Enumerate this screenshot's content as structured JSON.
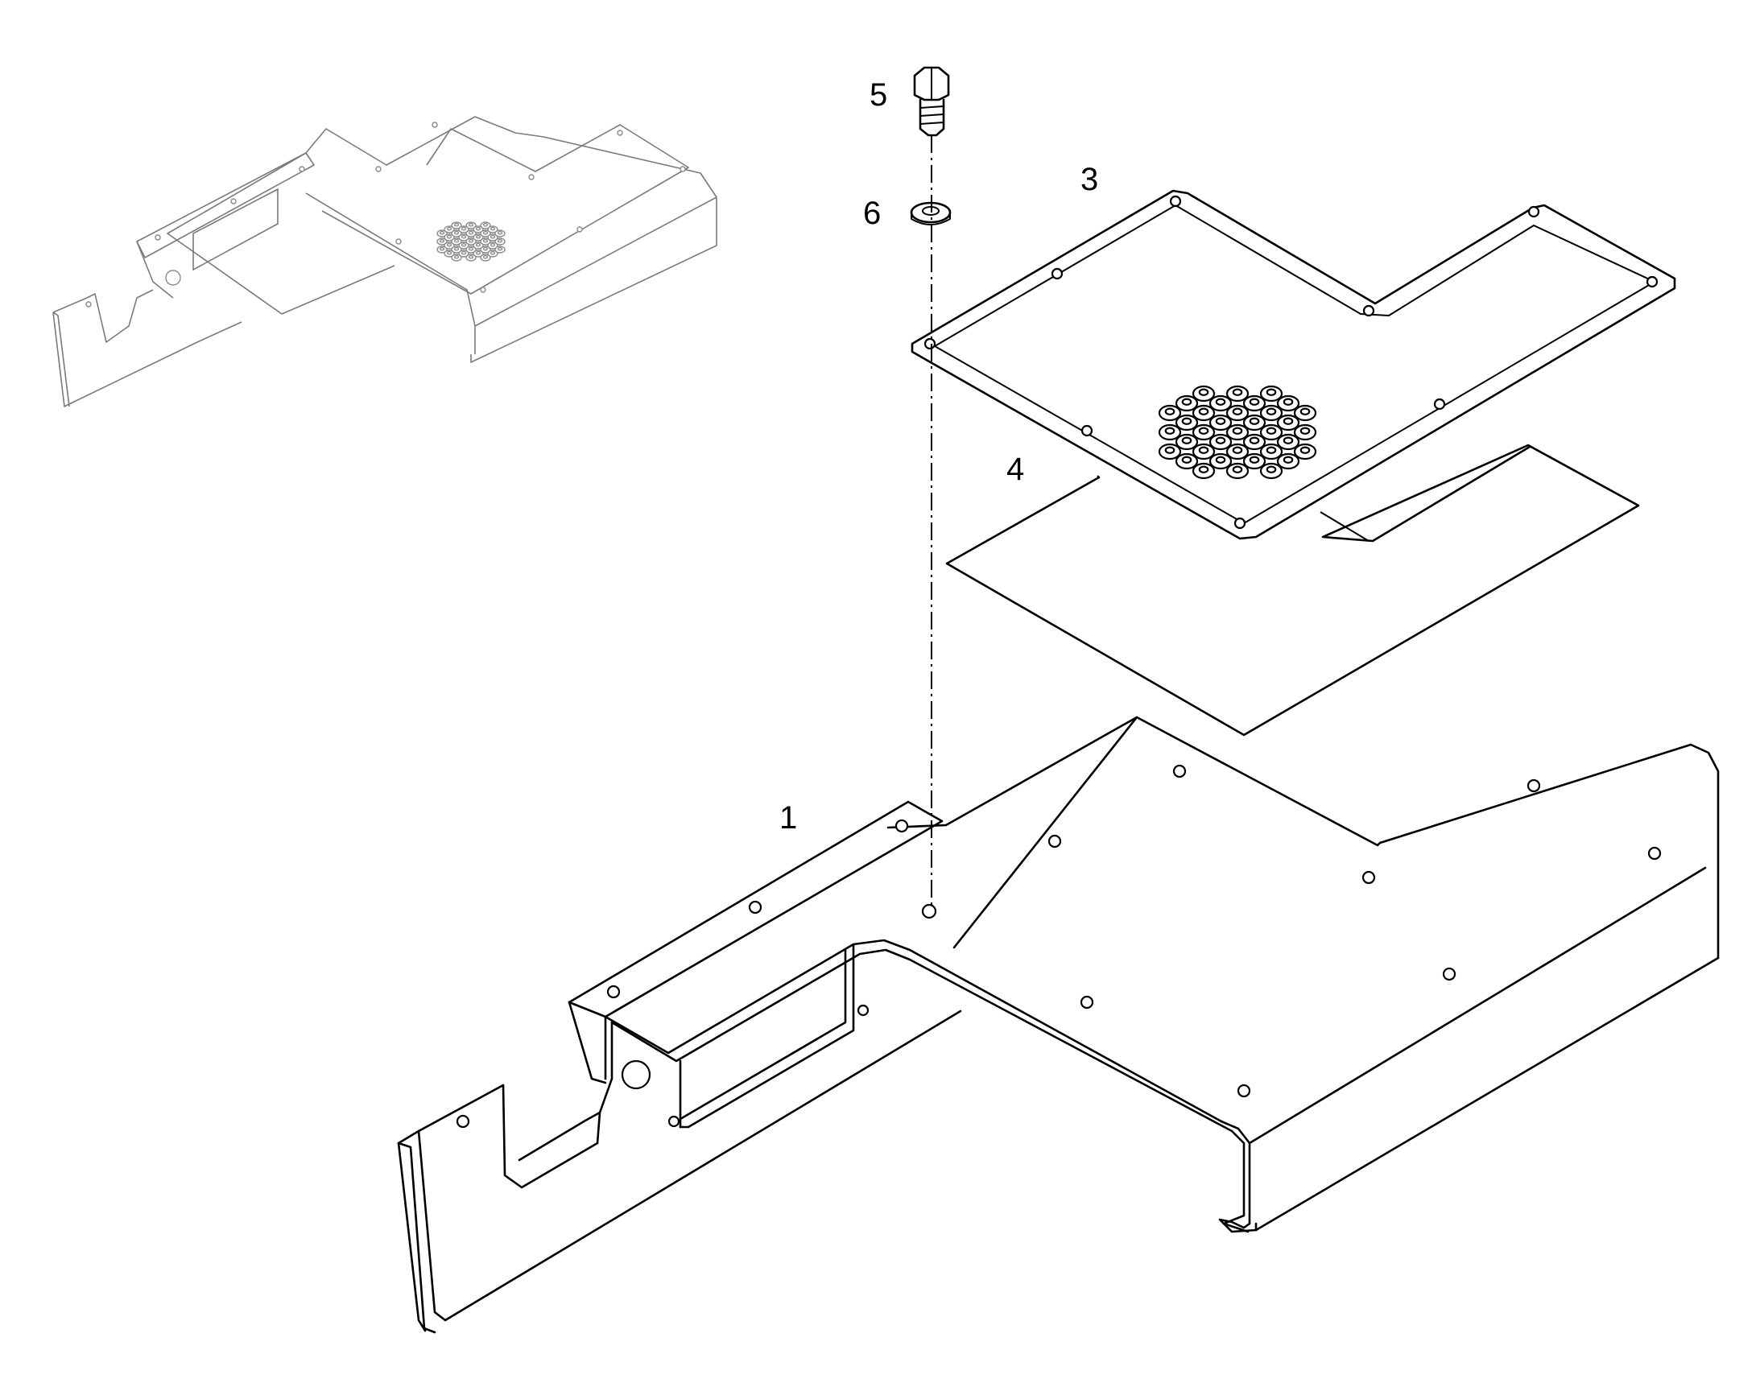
{
  "callouts": {
    "part_1": "1",
    "part_3": "3",
    "part_4": "4",
    "part_5": "5",
    "part_6": "6"
  },
  "colors": {
    "line": "#000000",
    "overview_line": "#7a7a7a",
    "background": "#ffffff"
  }
}
